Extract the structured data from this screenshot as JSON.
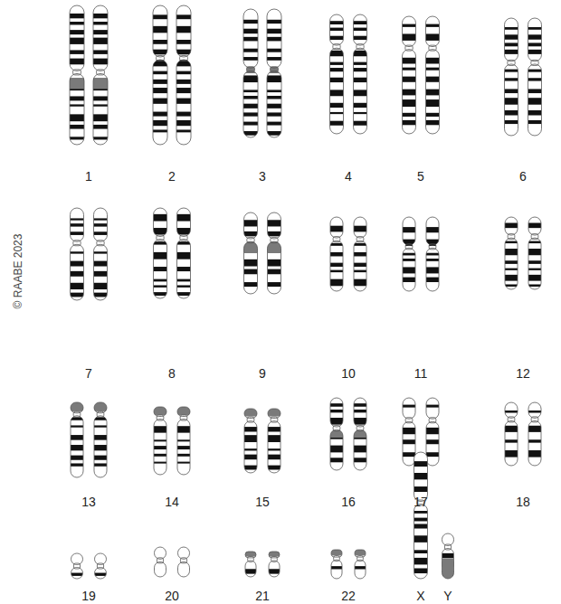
{
  "diagram": {
    "labels": [
      "© RAABE 2023",
      "1",
      "2",
      "3",
      "4",
      "5",
      "6",
      "7",
      "8",
      "9",
      "10",
      "11",
      "12",
      "13",
      "14",
      "15",
      "16",
      "17",
      "18",
      "19",
      "20",
      "21",
      "22",
      "X",
      "Y"
    ]
  }
}
